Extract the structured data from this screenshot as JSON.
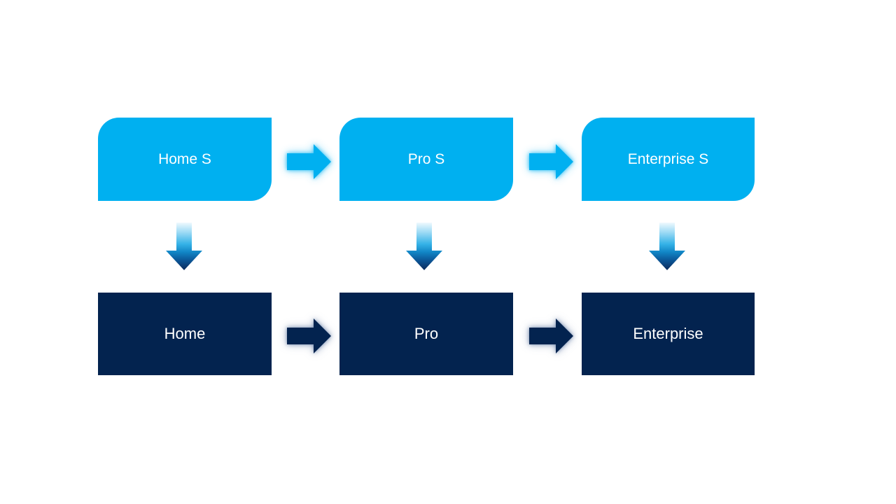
{
  "diagram": {
    "type": "upgrade-flow",
    "background": "#FFFFFF",
    "columns": [
      {
        "top_label": "Home S",
        "bottom_label": "Home"
      },
      {
        "top_label": "Pro S",
        "bottom_label": "Pro"
      },
      {
        "top_label": "Enterprise S",
        "bottom_label": "Enterprise"
      }
    ],
    "colors": {
      "top_box_fill": "#00B0F0",
      "bottom_box_fill": "#03234F",
      "label_text": "#FFFFFF",
      "down_arrow_gradient_top": "#EFF9FE",
      "down_arrow_gradient_mid": "#35B2E7",
      "down_arrow_gradient_bottom": "#0C2A5A",
      "top_arrow_glow": "#00B0F0",
      "bottom_arrow_glow": "#3B5A8C"
    },
    "icons": {
      "right_arrow_top": "right-block-arrow-light-blue-glow",
      "right_arrow_bottom": "right-block-arrow-navy-glow",
      "down_arrow": "down-block-arrow-gradient"
    }
  }
}
